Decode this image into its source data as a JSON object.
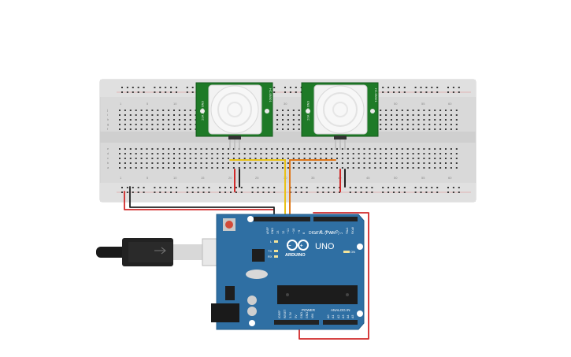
{
  "breadboard": {
    "top_column_labels": [
      "1",
      "5",
      "10",
      "15",
      "20",
      "25",
      "30",
      "35",
      "40",
      "45",
      "50",
      "55",
      "60"
    ],
    "bottom_column_labels": [
      "1",
      "5",
      "10",
      "15",
      "20",
      "25",
      "30",
      "35",
      "40",
      "45",
      "50",
      "55",
      "60"
    ],
    "row_labels_top": [
      "j",
      "i",
      "h",
      "g",
      "f"
    ],
    "row_labels_bottom": [
      "e",
      "d",
      "c",
      "b",
      "a"
    ]
  },
  "sensors": [
    {
      "side_label_left": "GND OUT VCC",
      "side_label_right": "HC-SR501"
    },
    {
      "side_label_left": "GND OUT VCC",
      "side_label_right": "HC-SR501"
    }
  ],
  "arduino": {
    "uno": "UNO",
    "arduino": "ARDUINO",
    "digital": "DIGITAL (PWM~)",
    "power": "POWER",
    "analog": "ANALOG IN",
    "on": "ON",
    "tx": "TX",
    "rx": "RX",
    "l": "L",
    "aref": "AREF",
    "gnd": "GND",
    "pin13": "13",
    "pin12": "12",
    "pin11": "~11",
    "pin10": "~10",
    "pin9": "~9",
    "pin8": "8",
    "pin7": "7",
    "pin6": "~6",
    "pin5": "~5",
    "pin4": "4",
    "pin3": "~3",
    "pin2": "2",
    "pin1": "TX▸1",
    "pin0": "RX◂0",
    "a0": "A0",
    "a1": "A1",
    "a2": "A2",
    "a3": "A3",
    "a4": "A4",
    "a5": "A5",
    "ioref": "IOREF",
    "reset": "RESET",
    "v33": "3.3V",
    "v5": "5V",
    "vin": "VIN"
  },
  "wire_colors": {
    "red": "#d12a2a",
    "black": "#222222",
    "yellow": "#e8c21a",
    "orange": "#e0791a"
  }
}
